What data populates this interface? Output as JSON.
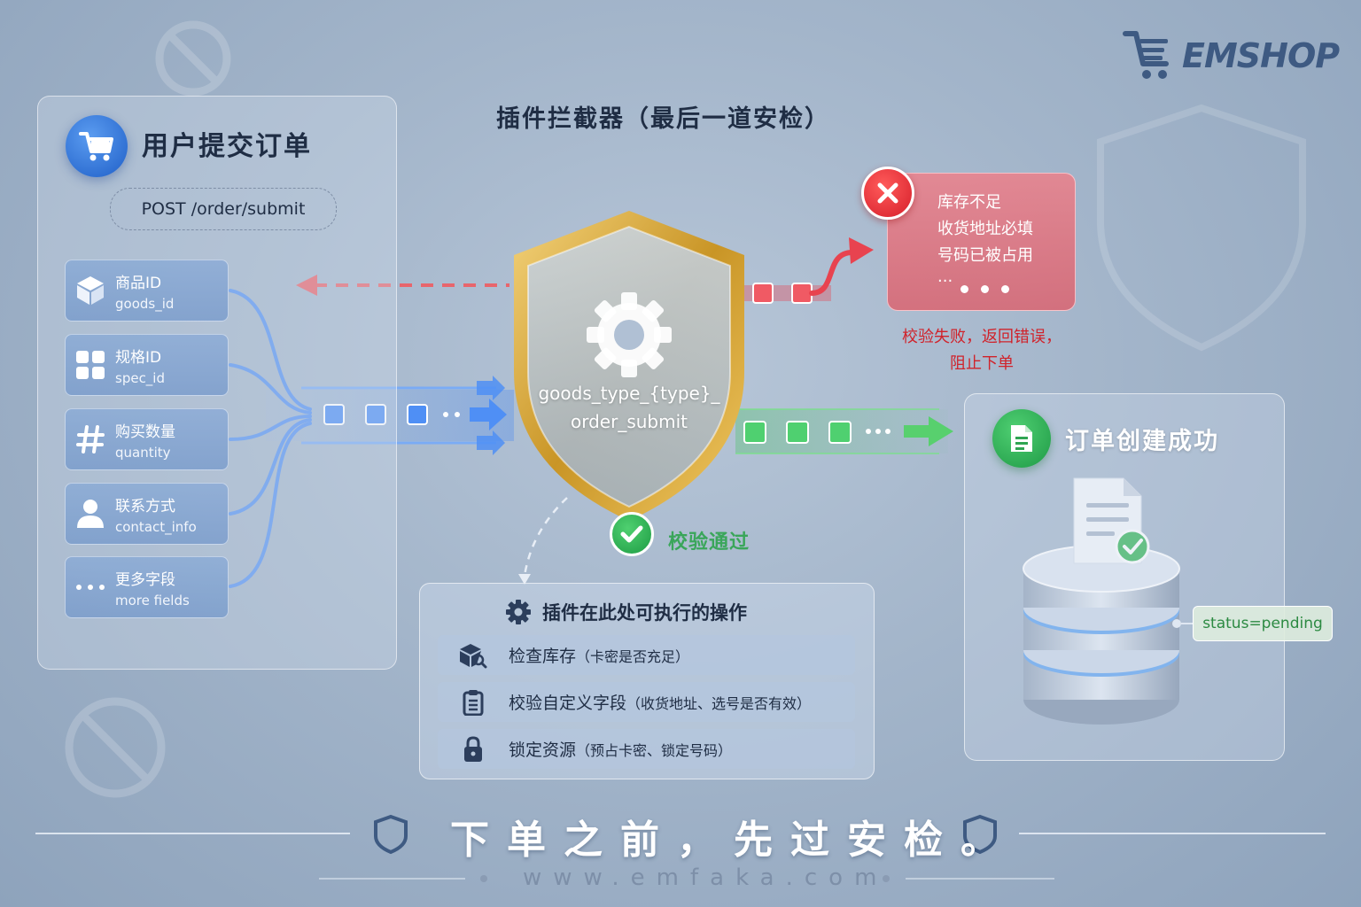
{
  "brand": {
    "name": "EMSHOP"
  },
  "left_panel": {
    "title": "用户提交订单",
    "endpoint": "POST /order/submit",
    "fields": [
      {
        "zh": "商品ID",
        "en": "goods_id",
        "icon": "cube-icon"
      },
      {
        "zh": "规格ID",
        "en": "spec_id",
        "icon": "grid-icon"
      },
      {
        "zh": "购买数量",
        "en": "quantity",
        "icon": "hash-icon"
      },
      {
        "zh": "联系方式",
        "en": "contact_info",
        "icon": "user-icon"
      },
      {
        "zh": "更多字段",
        "en": "more fields",
        "icon": "more-icon"
      }
    ]
  },
  "interceptor": {
    "title": "插件拦截器（最后一道安检）",
    "hook_line1": "goods_type_{type}_",
    "hook_line2": "order_submit"
  },
  "failure": {
    "lines": [
      "库存不足",
      "收货地址必填",
      "号码已被占用",
      "..."
    ],
    "note_line1": "校验失败，返回错误，",
    "note_line2": "阻止下单"
  },
  "pass": {
    "label": "校验通过"
  },
  "operations": {
    "title": "插件在此处可执行的操作",
    "items": [
      {
        "main": "检查库存",
        "sub": "（卡密是否充足）",
        "icon": "inventory-search-icon"
      },
      {
        "main": "校验自定义字段",
        "sub": "（收货地址、选号是否有效）",
        "icon": "clipboard-icon"
      },
      {
        "main": "锁定资源",
        "sub": "（预占卡密、锁定号码）",
        "icon": "lock-icon"
      }
    ]
  },
  "success": {
    "title": "订单创建成功",
    "status": "status=pending"
  },
  "footer": {
    "slogan": "下单之前，先过安检。",
    "site": "www.emfaka.com"
  },
  "colors": {
    "blue_flow": "#3b82f6",
    "red_flow": "#e8434f",
    "green_flow": "#43c25e",
    "shield_gold": "#d9a83a"
  }
}
